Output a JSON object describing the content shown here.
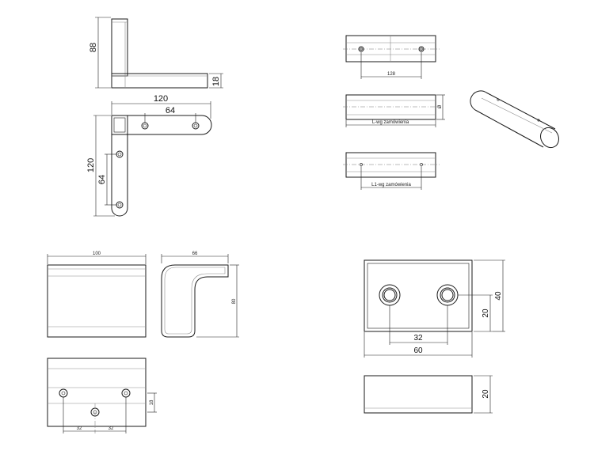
{
  "views": {
    "bracket_side": {
      "height": "88",
      "thickness": "18"
    },
    "bracket_top": {
      "length": "120",
      "hole_spacing_h": "64",
      "depth": "120",
      "hole_spacing_v": "64"
    },
    "rod_top": {
      "hole_spacing": "128"
    },
    "rod_front": {
      "length_note": "L-wg zamówienia",
      "diameter": "Ø"
    },
    "rod_bottom": {
      "length_note": "L1-wg zamówienia"
    },
    "clip_front": {
      "width": "100"
    },
    "clip_side": {
      "depth": "66",
      "height": "80"
    },
    "clip_bottom": {
      "offset": "18",
      "spacing_left": "32",
      "spacing_right": "32"
    },
    "block_front": {
      "hole_spacing": "32",
      "width": "60",
      "height": "40",
      "hole_height": "20"
    },
    "block_bottom": {
      "height": "20"
    }
  }
}
